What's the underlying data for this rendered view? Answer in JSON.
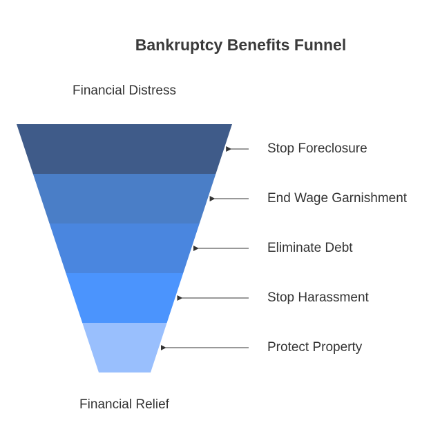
{
  "title": "Bankruptcy Benefits Funnel",
  "top_label": "Financial Distress",
  "bottom_label": "Financial Relief",
  "stages": [
    {
      "label": "Stop Foreclosure",
      "color": "#3f5b89"
    },
    {
      "label": "End Wage Garnishment",
      "color": "#4a7ec7"
    },
    {
      "label": "Eliminate Debt",
      "color": "#4a86df"
    },
    {
      "label": "Stop Harassment",
      "color": "#4b94fd"
    },
    {
      "label": "Protect Property",
      "color": "#99bffd"
    }
  ],
  "arrow_color": "#333333"
}
